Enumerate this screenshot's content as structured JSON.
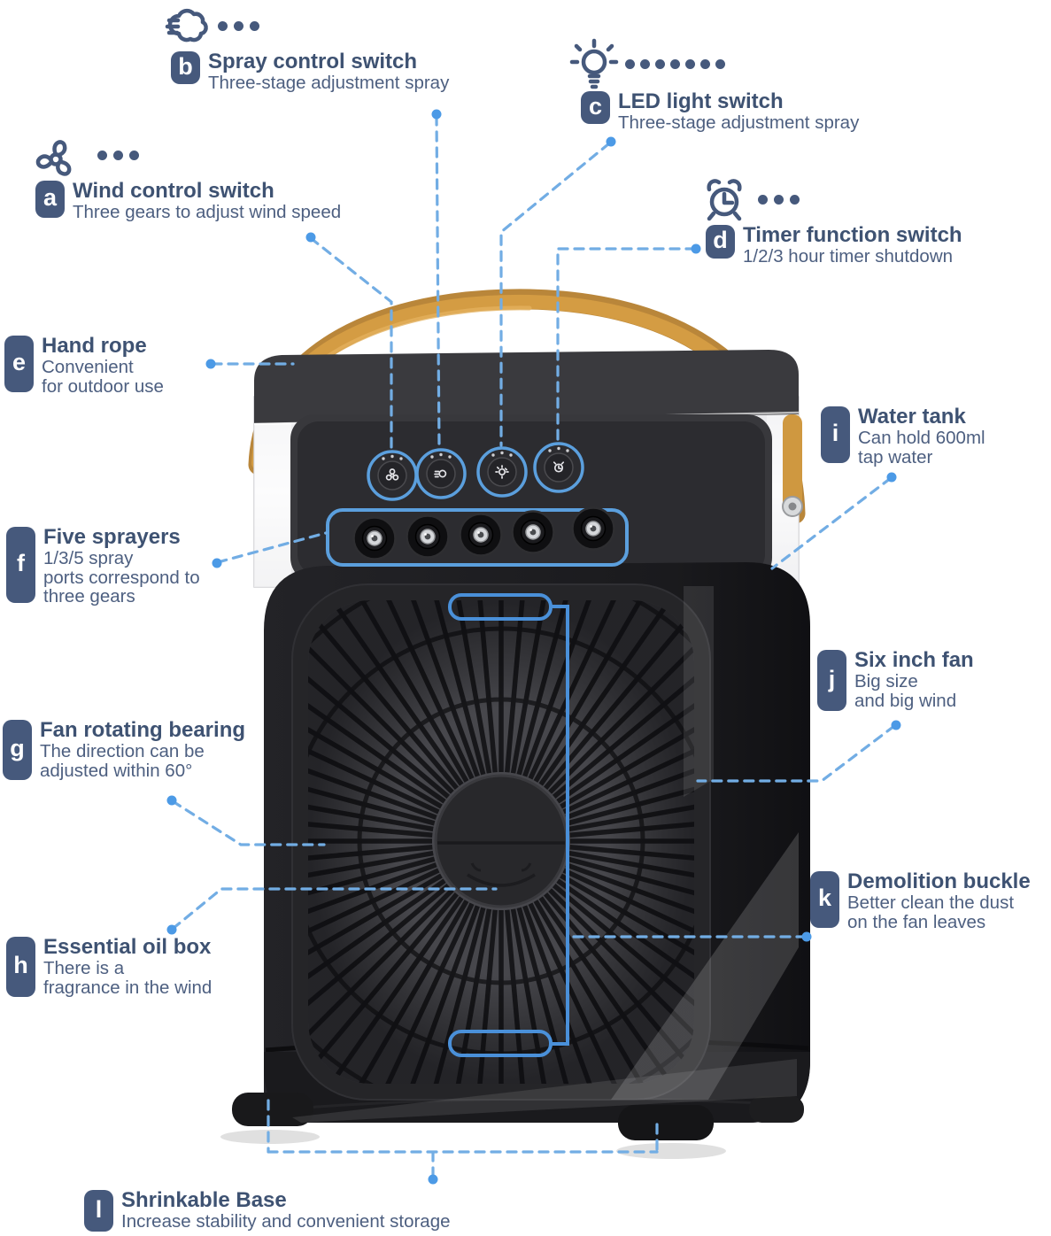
{
  "page": {
    "background": "#ffffff",
    "type": "product-feature-diagram"
  },
  "colors": {
    "label_badge": "#46597c",
    "title_text": "#3e5272",
    "subtitle_text": "#4d5f80",
    "dashed_line": "#72ade4",
    "line_dot": "#4c9ae6",
    "device_highlight": "#5b9fdd",
    "buckle_line": "#4a90d9",
    "handle": "#d49c43",
    "device_body": "#1d1d20"
  },
  "labels": [
    {
      "letter": "a",
      "icon": "fan-icon",
      "dots": 3,
      "title": "Wind control switch",
      "lines": [
        "Three gears to adjust wind speed"
      ]
    },
    {
      "letter": "b",
      "icon": "spray-icon",
      "dots": 3,
      "title": "Spray control switch",
      "lines": [
        "Three-stage adjustment spray"
      ]
    },
    {
      "letter": "c",
      "icon": "light-bulb-icon",
      "dots": 7,
      "title": "LED light switch",
      "lines": [
        "Three-stage adjustment spray"
      ]
    },
    {
      "letter": "d",
      "icon": "alarm-clock-icon",
      "dots": 3,
      "title": "Timer function switch",
      "lines": [
        "1/2/3 hour timer shutdown"
      ]
    },
    {
      "letter": "e",
      "title": "Hand rope",
      "lines": [
        "Convenient",
        "for outdoor use"
      ]
    },
    {
      "letter": "f",
      "title": "Five sprayers",
      "lines": [
        "1/3/5 spray",
        "ports correspond to",
        "three gears"
      ]
    },
    {
      "letter": "g",
      "title": "Fan rotating bearing",
      "lines": [
        "The direction can be",
        "adjusted within 60°"
      ]
    },
    {
      "letter": "h",
      "title": "Essential oil box",
      "lines": [
        "There is a",
        "fragrance in the wind"
      ]
    },
    {
      "letter": "i",
      "title": "Water tank",
      "lines": [
        "Can hold 600ml",
        "tap water"
      ]
    },
    {
      "letter": "j",
      "title": "Six inch fan",
      "lines": [
        "Big size",
        "and big wind"
      ]
    },
    {
      "letter": "k",
      "title": "Demolition buckle",
      "lines": [
        "Better clean the dust",
        "on the fan leaves"
      ]
    },
    {
      "letter": "l",
      "title": "Shrinkable Base",
      "lines": [
        "Increase stability and convenient storage"
      ]
    }
  ],
  "device": {
    "control_buttons": [
      {
        "icon": "fan-button-icon"
      },
      {
        "icon": "spray-button-icon"
      },
      {
        "icon": "light-button-icon"
      },
      {
        "icon": "timer-button-icon"
      }
    ],
    "sprayer_count": 5
  }
}
